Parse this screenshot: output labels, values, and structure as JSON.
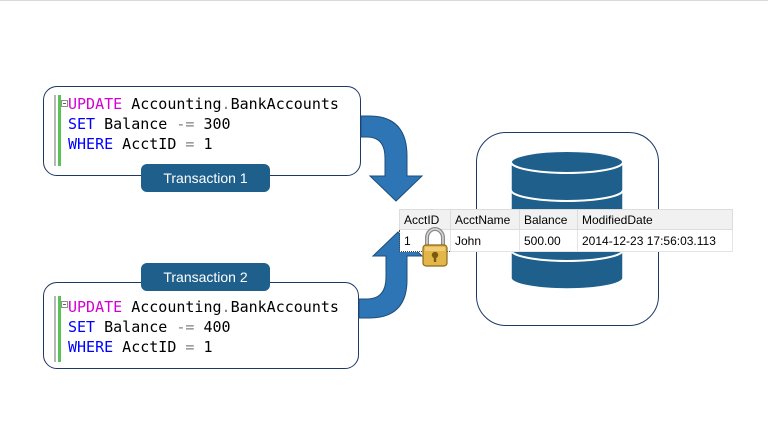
{
  "transactions": [
    {
      "label": "Transaction 1",
      "code": {
        "line1": {
          "keyword": "UPDATE",
          "table_prefix": " Accounting",
          "dot": ".",
          "table_name": "BankAccounts"
        },
        "line2": {
          "keyword": "SET",
          "column": " Balance ",
          "operator": "-=",
          "value": " 300"
        },
        "line3": {
          "keyword": "WHERE",
          "column": " AcctID ",
          "operator": "=",
          "value": " 1"
        }
      }
    },
    {
      "label": "Transaction 2",
      "code": {
        "line1": {
          "keyword": "UPDATE",
          "table_prefix": " Accounting",
          "dot": ".",
          "table_name": "BankAccounts"
        },
        "line2": {
          "keyword": "SET",
          "column": " Balance ",
          "operator": "-=",
          "value": " 400"
        },
        "line3": {
          "keyword": "WHERE",
          "column": " AcctID ",
          "operator": "=",
          "value": " 1"
        }
      }
    }
  ],
  "result_grid": {
    "columns": [
      "AcctID",
      "AcctName",
      "Balance",
      "ModifiedDate"
    ],
    "rows": [
      {
        "AcctID": "1",
        "AcctName": "John",
        "Balance": "500.00",
        "ModifiedDate": "2014-12-23 17:56:03.113"
      }
    ]
  },
  "colors": {
    "navy_border": "#1f3864",
    "label_fill": "#1f5f8b",
    "arrow_fill": "#2e75b6",
    "cylinder_fill": "#1f5f8b",
    "sql_keyword_pink": "#d400d4",
    "sql_keyword_blue": "#0000ff"
  },
  "icons": [
    "padlock-icon",
    "database-cylinder-icon",
    "curved-arrow-icon"
  ]
}
